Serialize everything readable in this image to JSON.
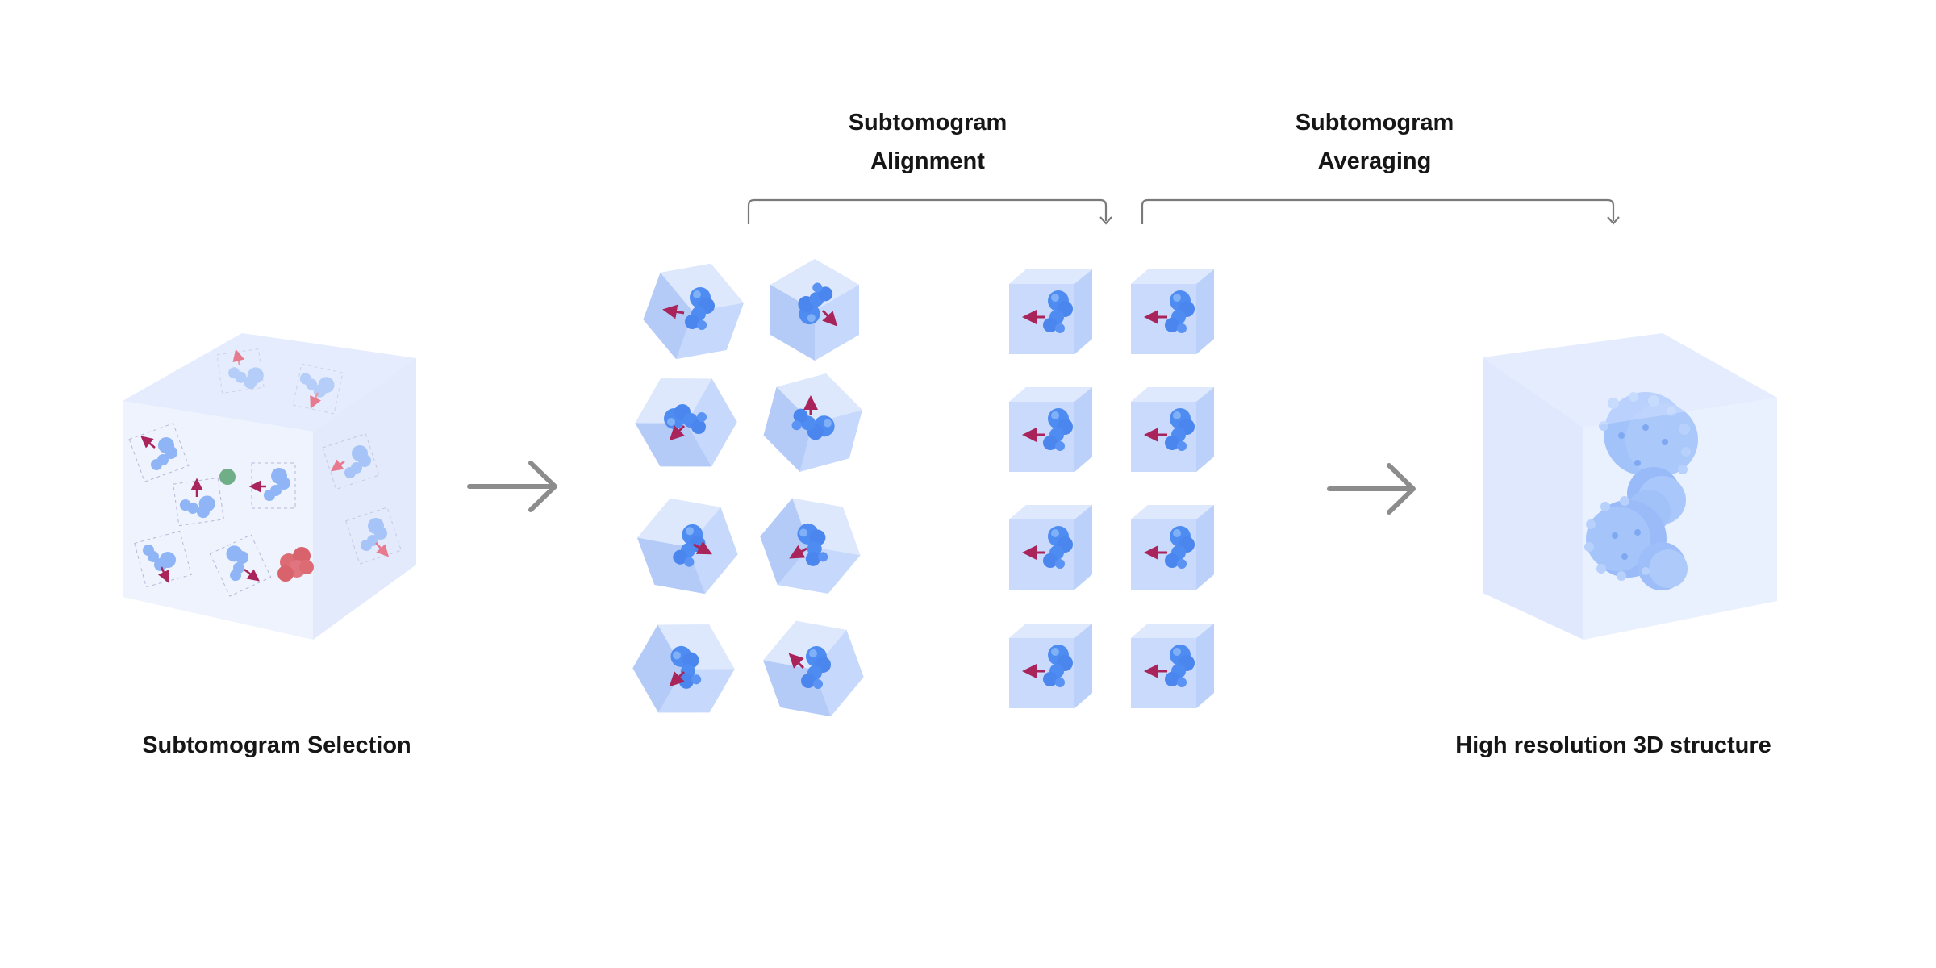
{
  "labels": {
    "selection": "Subtomogram Selection",
    "alignment_line1": "Subtomogram",
    "alignment_line2": "Alignment",
    "averaging_line1": "Subtomogram",
    "averaging_line2": "Averaging",
    "result": "High resolution 3D structure"
  },
  "colors": {
    "box_face_light": "#eef3fe",
    "box_face_mid": "#dce7fd",
    "box_face_dark": "#b9cdf8",
    "molecule": "#4f8cf2",
    "molecule_light": "#a9c5fa",
    "orientation_arrow": "#a8245a",
    "red_particle": "#dd6b74",
    "green_particle": "#6fae86",
    "flow_arrow": "#8c8c8c",
    "bracket": "#7a7a7a"
  }
}
